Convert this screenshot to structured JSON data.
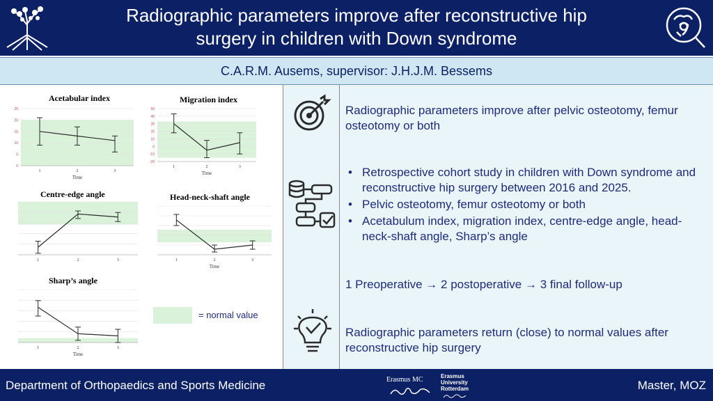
{
  "header": {
    "title_line1": "Radiographic parameters improve after reconstructive hip",
    "title_line2": "surgery in children with Down syndrome",
    "left_logo": "tree-icon",
    "right_logo": "hip-joint-magnifier-icon"
  },
  "authors": "C.A.R.M. Ausems, supervisor: J.H.J.M. Bessems",
  "colors": {
    "header_bg": "#0c2165",
    "authors_bg": "#cfe7f2",
    "panel_bg": "#eaf5fa",
    "text": "#1f2a7a",
    "normal_band": "#d9f2d9"
  },
  "legend": {
    "label": "= normal value"
  },
  "chart_data": [
    {
      "type": "line",
      "title": "Acetabular index",
      "x": [
        1,
        2,
        3
      ],
      "y": [
        15,
        13,
        11
      ],
      "error": [
        [
          9,
          21
        ],
        [
          9,
          17
        ],
        [
          6,
          13
        ]
      ],
      "ylim": [
        0,
        25
      ],
      "yticks": [
        0,
        5,
        10,
        15,
        20,
        25
      ],
      "normal_range": [
        0,
        20
      ],
      "xlabel": "Time"
    },
    {
      "type": "line",
      "title": "Migration index",
      "x": [
        1,
        2,
        3
      ],
      "y": [
        30,
        -5,
        5
      ],
      "error": [
        [
          18,
          43
        ],
        [
          -15,
          8
        ],
        [
          -10,
          18
        ]
      ],
      "ylim": [
        -20,
        50
      ],
      "yticks": [
        -20,
        -10,
        0,
        10,
        20,
        30,
        40,
        50
      ],
      "normal_range": [
        -15,
        33
      ],
      "xlabel": "Time"
    },
    {
      "type": "line",
      "title": "Centre-edge angle",
      "x": [
        1,
        2,
        3
      ],
      "y": [
        5,
        27,
        25
      ],
      "error": [
        [
          1,
          9
        ],
        [
          24,
          29
        ],
        [
          22,
          28
        ]
      ],
      "ylim": [
        0,
        35
      ],
      "normal_range": [
        20,
        35
      ],
      "xlabel": ""
    },
    {
      "type": "line",
      "title": "Head-neck-shaft angle",
      "x": [
        1,
        2,
        3
      ],
      "y": [
        152,
        131,
        134
      ],
      "error": [
        [
          148,
          156
        ],
        [
          129,
          134
        ],
        [
          131,
          137
        ]
      ],
      "ylim": [
        127,
        162
      ],
      "normal_range": [
        136,
        145
      ],
      "xlabel": "Time"
    },
    {
      "type": "line",
      "title": "Sharp’s angle",
      "x": [
        1,
        2,
        3
      ],
      "y": [
        48,
        42,
        41.5
      ],
      "error": [
        [
          46,
          49.5
        ],
        [
          40.5,
          43.5
        ],
        [
          40,
          43
        ]
      ],
      "ylim": [
        40,
        52
      ],
      "normal_range": [
        40,
        41
      ],
      "xlabel": "Time"
    }
  ],
  "right": {
    "finding1": "Radiographic parameters improve after pelvic osteotomy, femur osteotomy or both",
    "bullets": [
      "Retrospective cohort study in children with Down syndrome and reconstructive hip surgery between 2016 and 2025.",
      "Pelvic osteotomy, femur osteotomy or both",
      "Acetabulum index, migration index, centre-edge angle, head-neck-shaft angle, Sharp’s angle"
    ],
    "timeline": "1 Preoperative → 2 postoperative → 3 final follow-up",
    "conclusion": "Radiographic parameters return (close) to normal values after reconstructive hip surgery"
  },
  "icons": [
    "target-icon",
    "flowchart-icon",
    "lightbulb-icon"
  ],
  "footer": {
    "left": "Department of Orthopaedics and Sports Medicine",
    "right": "Master, MOZ",
    "logo1": "Erasmus MC",
    "logo2_line1": "Erasmus",
    "logo2_line2": "University",
    "logo2_line3": "Rotterdam"
  }
}
